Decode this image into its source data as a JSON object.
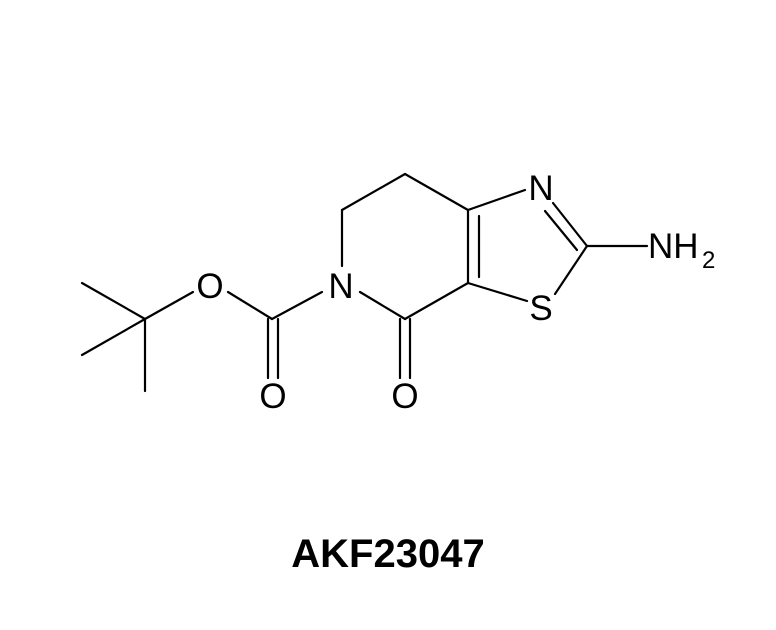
{
  "molecule": {
    "atoms": {
      "nitrogen_ring": "N",
      "nitrogen_thiazole": "N",
      "sulfur": "S",
      "amine": "NH",
      "amine_subscript": "2",
      "oxygen_ether": "O",
      "oxygen_carbamate": "O",
      "oxygen_lactam": "O"
    }
  },
  "compound_id": "AKF23047"
}
